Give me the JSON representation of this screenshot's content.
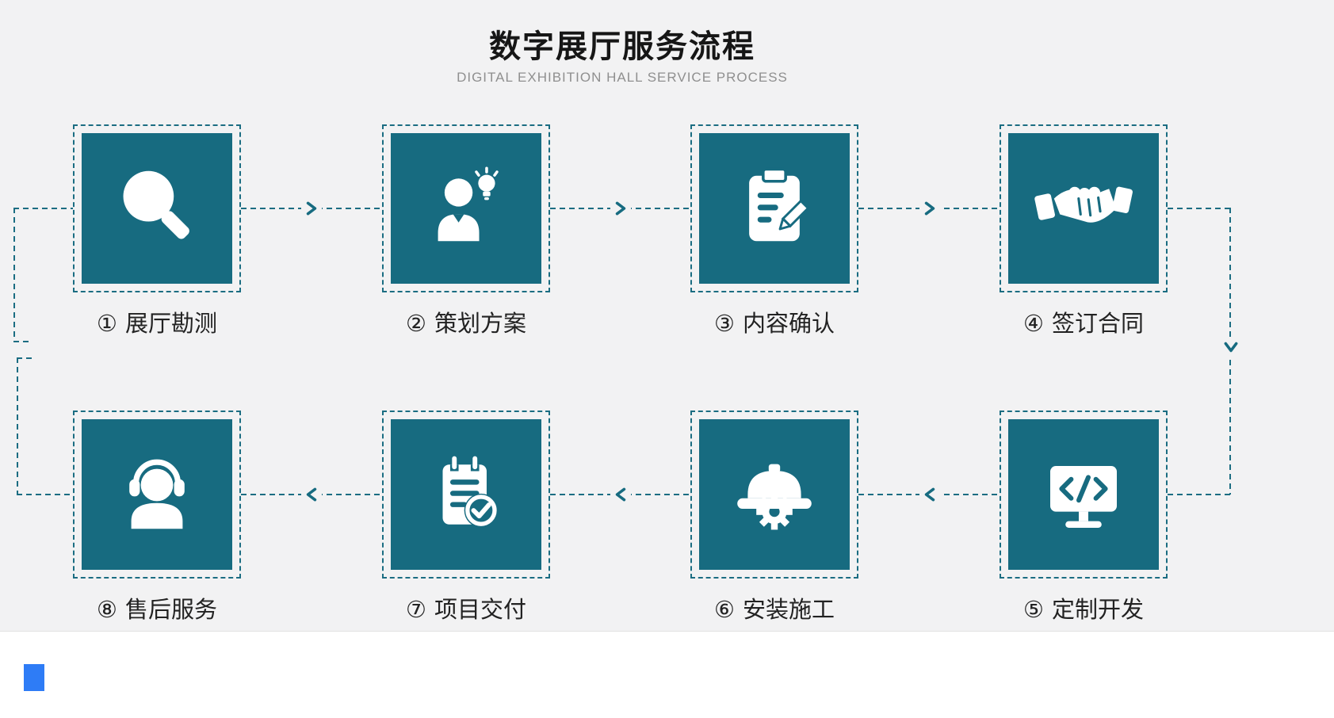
{
  "page": {
    "title": "数字展厅服务流程",
    "subtitle": "DIGITAL EXHIBITION HALL SERVICE PROCESS"
  },
  "colors": {
    "teal": "#176B80",
    "background": "#F2F2F3",
    "title_text": "#161616",
    "subtitle_text": "#8F8F8F",
    "label_text": "#222222",
    "footer_accent_blue": "#2E7CF6"
  },
  "steps": [
    {
      "number": "①",
      "label": "展厅勘测",
      "icon": "magnifier-icon"
    },
    {
      "number": "②",
      "label": "策划方案",
      "icon": "planner-idea-icon"
    },
    {
      "number": "③",
      "label": "内容确认",
      "icon": "clipboard-edit-icon"
    },
    {
      "number": "④",
      "label": "签订合同",
      "icon": "handshake-icon"
    },
    {
      "number": "⑤",
      "label": "定制开发",
      "icon": "code-monitor-icon"
    },
    {
      "number": "⑥",
      "label": "安装施工",
      "icon": "hardhat-gear-icon"
    },
    {
      "number": "⑦",
      "label": "项目交付",
      "icon": "checklist-check-icon"
    },
    {
      "number": "⑧",
      "label": "售后服务",
      "icon": "headset-support-icon"
    }
  ]
}
